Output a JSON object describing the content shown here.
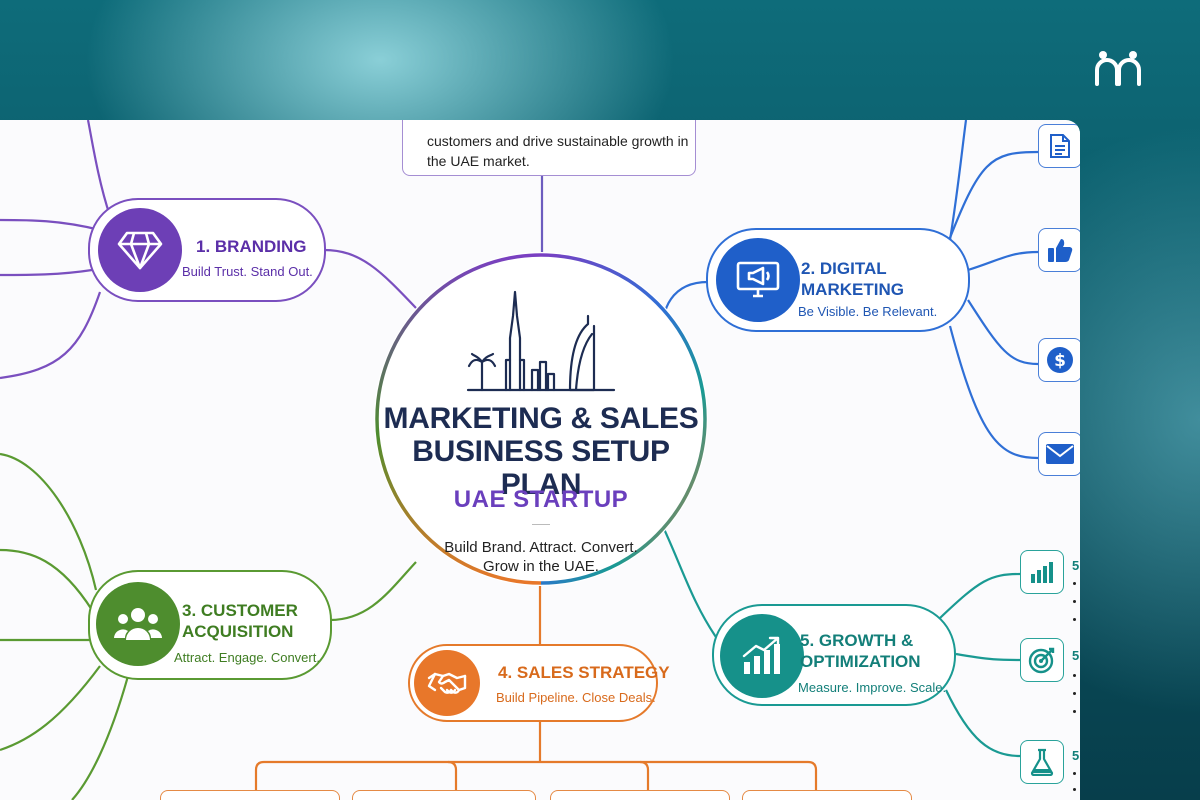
{
  "top_box": {
    "text": "customers and drive sustainable growth in the UAE market."
  },
  "hub": {
    "title_line1": "MARKETING & SALES",
    "title_line2": "BUSINESS SETUP PLAN",
    "tag": "UAE STARTUP",
    "slogan_line1": "Build Brand. Attract. Convert.",
    "slogan_line2": "Grow in the UAE."
  },
  "branches": [
    {
      "title": "1. BRANDING",
      "subtitle": "Build Trust. Stand Out.",
      "icon": "diamond-icon",
      "color": "#6d3fb6"
    },
    {
      "title_line1": "2. DIGITAL",
      "title_line2": "MARKETING",
      "subtitle": "Be Visible. Be Relevant.",
      "icon": "monitor-megaphone-icon",
      "color": "#1f5fc9"
    },
    {
      "title_line1": "3. CUSTOMER",
      "title_line2": "ACQUISITION",
      "subtitle": "Attract. Engage. Convert.",
      "icon": "people-group-icon",
      "color": "#4e8d2e"
    },
    {
      "title": "4. SALES STRATEGY",
      "subtitle": "Build Pipeline. Close Deals.",
      "icon": "handshake-icon",
      "color": "#e8772a"
    },
    {
      "title_line1": "5. GROWTH &",
      "title_line2": "OPTIMIZATION",
      "subtitle": "Measure. Improve. Scale.",
      "icon": "growth-chart-icon",
      "color": "#16918a"
    }
  ],
  "digital_tools": [
    "document-icon",
    "thumbs-up-icon",
    "dollar-icon",
    "mail-icon"
  ],
  "growth_tools": [
    {
      "icon": "bar-chart-icon",
      "label": "5"
    },
    {
      "icon": "target-icon",
      "label": "5"
    },
    {
      "icon": "flask-icon",
      "label": "5"
    }
  ],
  "colors": {
    "purple": "#6d3fb6",
    "blue": "#1f5fc9",
    "green": "#4e8d2e",
    "orange": "#e8772a",
    "teal": "#16918a",
    "navy": "#1d2c52"
  }
}
